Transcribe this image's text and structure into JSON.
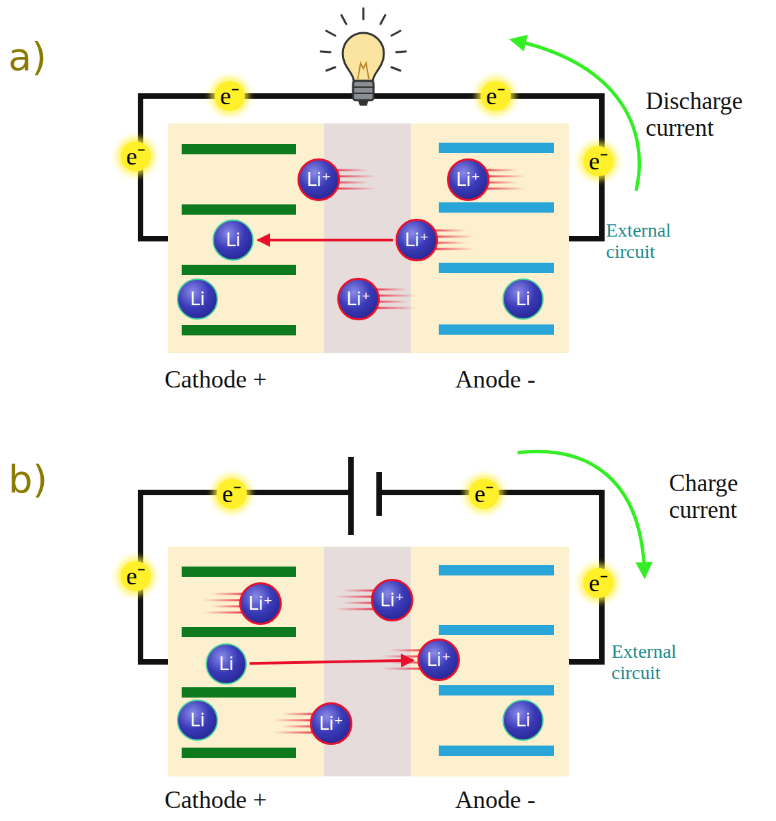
{
  "diagram": {
    "nodes": [
      {
        "text": [
          "e⁻"
        ]
      },
      {
        "text": [
          "e⁻"
        ]
      },
      {
        "text": [
          "e⁻"
        ]
      },
      {
        "text": [
          "Li⁺"
        ]
      },
      {
        "text": [
          "e⁻"
        ]
      },
      {
        "text": [
          "Li⁺"
        ]
      },
      {
        "text": [
          "Li"
        ]
      },
      {
        "text": [
          "Li⁺"
        ]
      },
      {
        "text": [
          "Li"
        ]
      },
      {
        "text": [
          "Li⁺"
        ]
      },
      {
        "text": [
          "Li"
        ]
      },
      {
        "text": [
          "e⁻"
        ]
      },
      {
        "text": [
          "e⁻"
        ]
      },
      {
        "text": [
          "e⁻"
        ]
      },
      {
        "text": [
          "Li⁺"
        ]
      },
      {
        "text": [
          "e⁻"
        ]
      },
      {
        "text": [
          "Li⁺"
        ]
      },
      {
        "text": [
          "Li"
        ]
      },
      {
        "text": [
          "Li⁺"
        ]
      },
      {
        "text": [
          "Li"
        ]
      },
      {
        "text": [
          "Li⁺"
        ]
      },
      {
        "text": [
          "Li"
        ]
      }
    ],
    "edges": [
      {
        "from": 7,
        "to": 6,
        "arrow": "to"
      },
      {
        "from": 17,
        "to": 18,
        "arrow": "to"
      }
    ],
    "labels": [
      "a)",
      "Discharge current",
      "External circuit",
      "Cathode +",
      "Anode -",
      "b)",
      "Charge current",
      "External circuit",
      "Cathode +",
      "Anode -"
    ]
  }
}
